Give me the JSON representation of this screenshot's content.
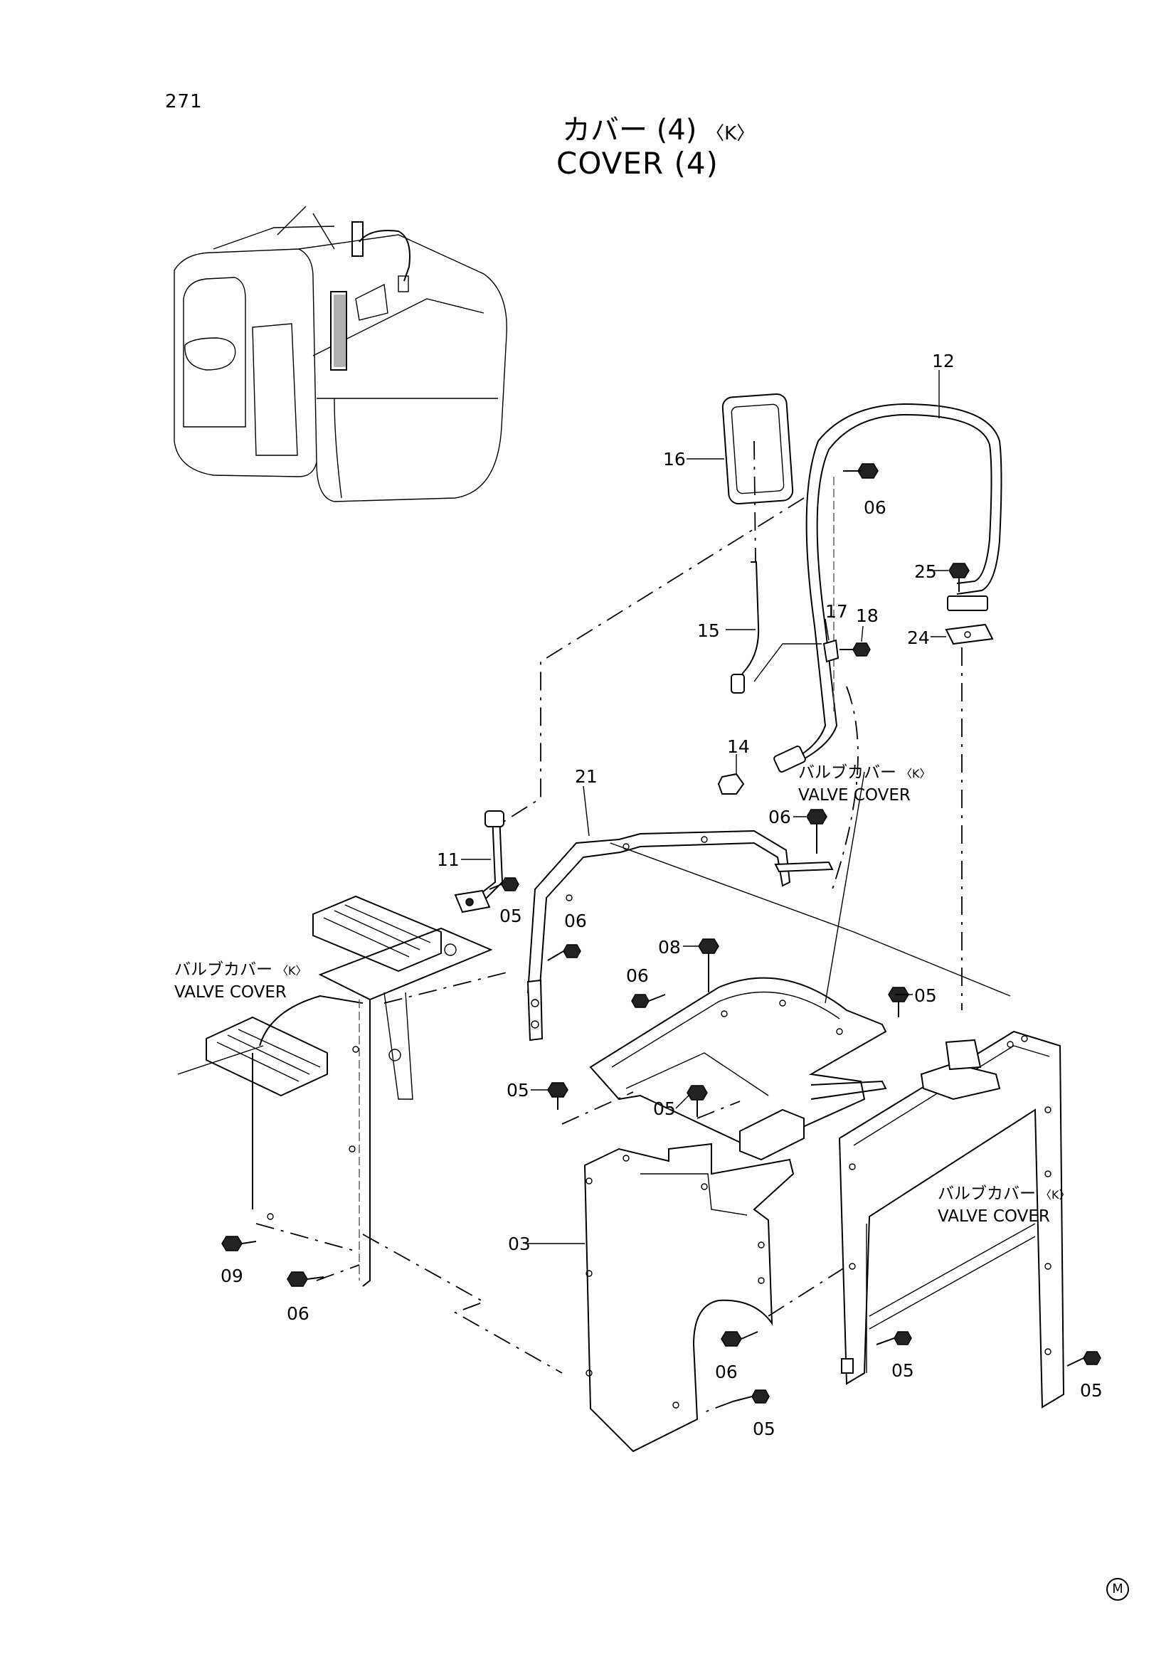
{
  "header": {
    "page_number": "271",
    "title_jp": "カバー (4)",
    "title_jp_suffix": "〈K〉",
    "title_en": "COVER (4)"
  },
  "notes": {
    "valve_cover_jp": "バルブカバー",
    "valve_cover_k": "〈K〉",
    "valve_cover_en": "VALVE COVER"
  },
  "parts": {
    "p03": "03",
    "p05": "05",
    "p06": "06",
    "p08": "08",
    "p09": "09",
    "p11": "11",
    "p12": "12",
    "p14": "14",
    "p15": "15",
    "p16": "16",
    "p17": "17",
    "p18": "18",
    "p21": "21",
    "p24": "24",
    "p25": "25"
  },
  "footer": {
    "mark": "M"
  }
}
